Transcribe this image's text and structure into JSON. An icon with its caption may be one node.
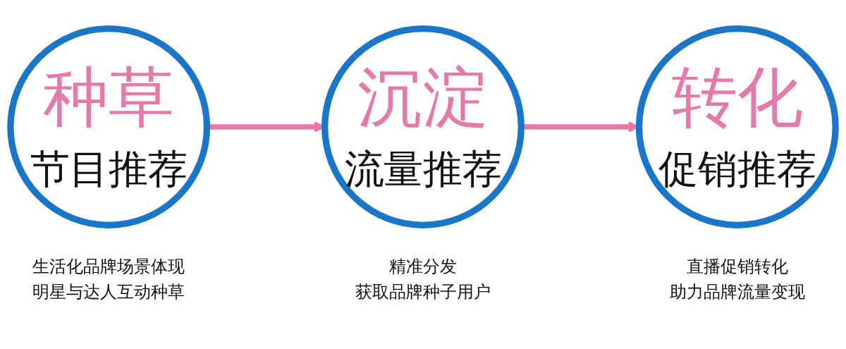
{
  "diagram": {
    "nodes": [
      {
        "text": [
          "种草",
          "节目推荐"
        ],
        "beside": [
          "生活化品牌场景体现",
          "明星与达人互动种草"
        ]
      },
      {
        "text": [
          "沉淀",
          "流量推荐"
        ],
        "beside": [
          "精准分发",
          "获取品牌种子用户"
        ]
      },
      {
        "text": [
          "转化",
          "促销推荐"
        ],
        "beside": [
          "直播促销转化",
          "助力品牌流量变现"
        ]
      }
    ],
    "edges": [
      {
        "from": 0,
        "to": 1,
        "arrow": "to"
      },
      {
        "from": 1,
        "to": 2,
        "arrow": "to"
      }
    ]
  }
}
